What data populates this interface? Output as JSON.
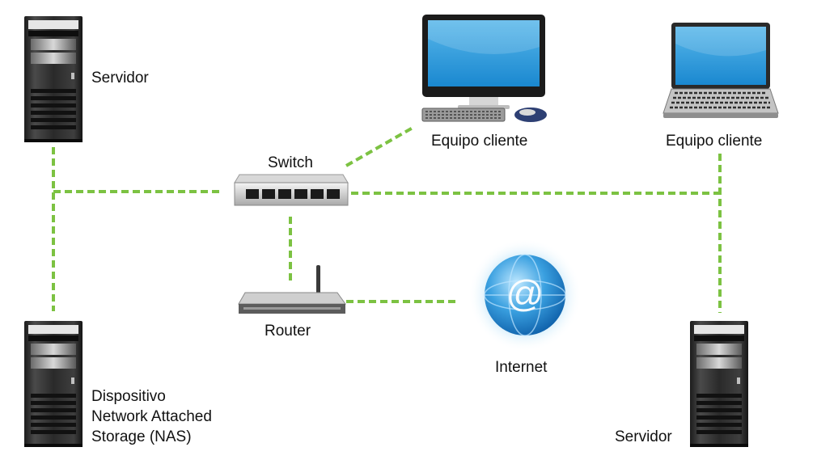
{
  "diagram": {
    "link_color": "#7cc242",
    "nodes": {
      "server_top_left": {
        "label": "Servidor",
        "icon": "server-tower-icon"
      },
      "nas": {
        "label_lines": [
          "Dispositivo",
          "Network Attached",
          "Storage (NAS)"
        ],
        "icon": "server-tower-icon"
      },
      "switch": {
        "label": "Switch",
        "icon": "network-switch-icon"
      },
      "router": {
        "label": "Router",
        "icon": "router-icon"
      },
      "internet": {
        "label": "Internet",
        "icon": "globe-at-icon"
      },
      "desktop_client": {
        "label": "Equipo cliente",
        "icon": "desktop-computer-icon"
      },
      "laptop_client": {
        "label": "Equipo cliente",
        "icon": "laptop-icon"
      },
      "server_bottom_right": {
        "label": "Servidor",
        "icon": "server-tower-icon"
      }
    },
    "links": [
      {
        "from": "server_top_left",
        "to": "switch"
      },
      {
        "from": "nas",
        "to": "switch"
      },
      {
        "from": "switch",
        "to": "desktop_client"
      },
      {
        "from": "switch",
        "to": "laptop_client"
      },
      {
        "from": "switch",
        "to": "server_bottom_right"
      },
      {
        "from": "switch",
        "to": "router"
      },
      {
        "from": "router",
        "to": "internet"
      }
    ]
  }
}
